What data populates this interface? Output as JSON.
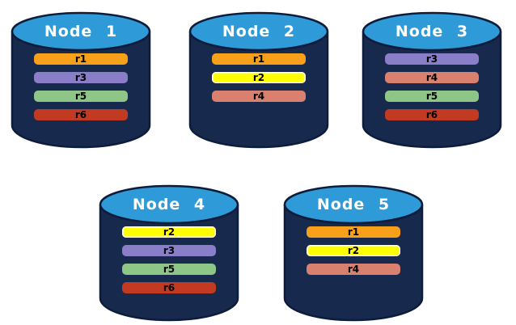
{
  "palette": {
    "background": "#FFFFFF",
    "cylinder_body": "#18294E",
    "cylinder_outline": "#0D1C3B",
    "cylinder_top": "#2E9BD8",
    "title_text": "#FFFFFF",
    "bar_text": "#000000"
  },
  "replica_colors": {
    "r1": {
      "fill": "#F9A01B"
    },
    "r2": {
      "fill": "#FFFF00",
      "border": "#FFFFFF"
    },
    "r3": {
      "fill": "#8B7EC8"
    },
    "r4": {
      "fill": "#D9806F"
    },
    "r5": {
      "fill": "#8EC687"
    },
    "r6": {
      "fill": "#C13A21"
    }
  },
  "nodes": [
    {
      "label": "Node 1",
      "replicas": [
        "r1",
        "r3",
        "r5",
        "r6"
      ]
    },
    {
      "label": "Node 2",
      "replicas": [
        "r1",
        "r2",
        "r4"
      ]
    },
    {
      "label": "Node 3",
      "replicas": [
        "r3",
        "r4",
        "r5",
        "r6"
      ]
    },
    {
      "label": "Node 4",
      "replicas": [
        "r2",
        "r3",
        "r5",
        "r6"
      ]
    },
    {
      "label": "Node 5",
      "replicas": [
        "r1",
        "r2",
        "r4"
      ]
    }
  ]
}
